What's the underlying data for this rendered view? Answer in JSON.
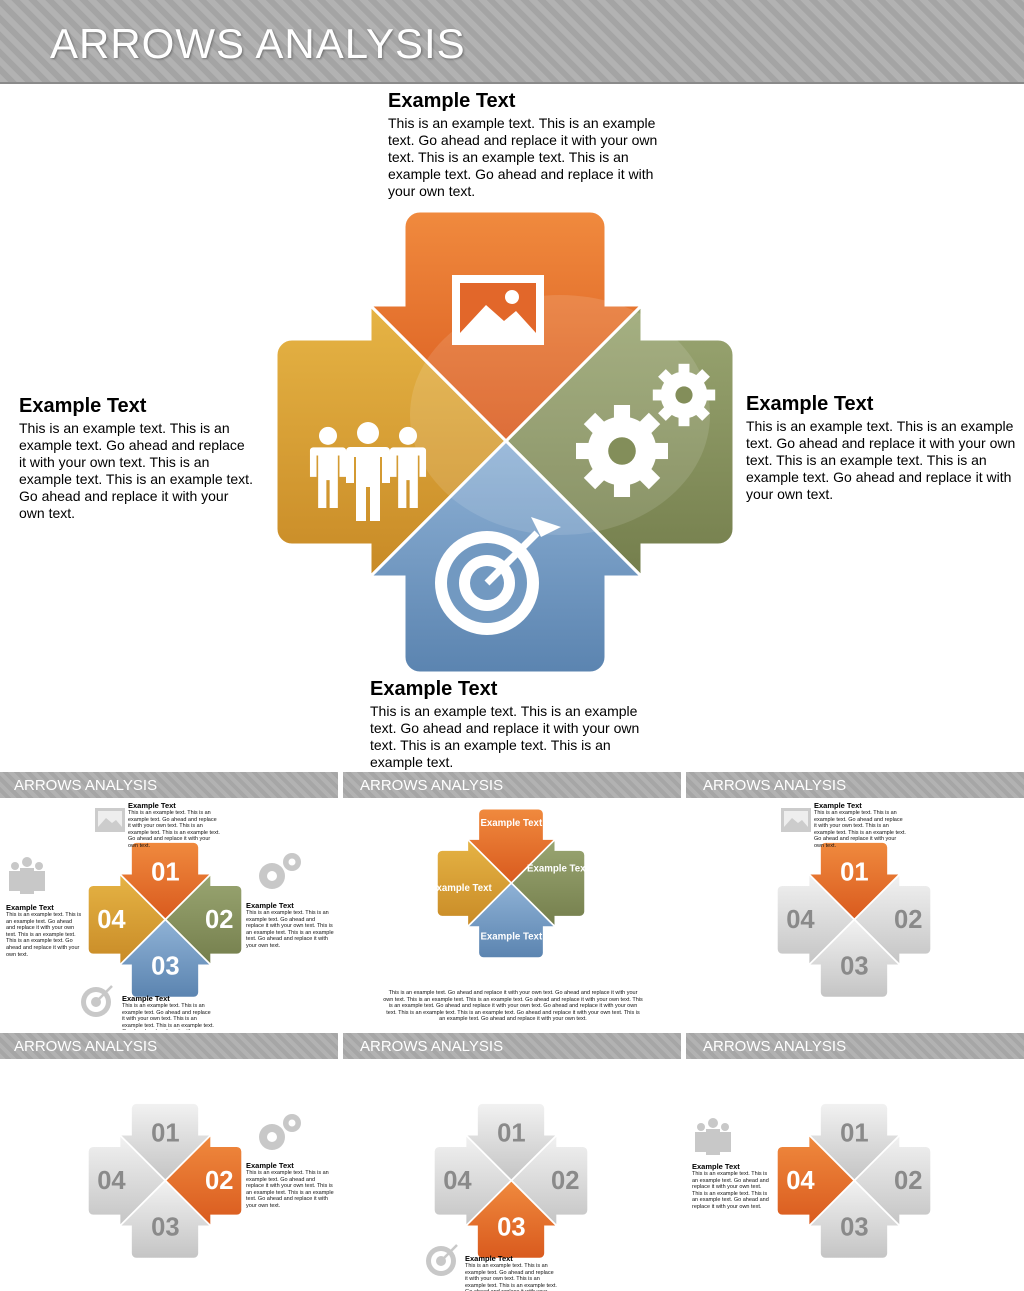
{
  "page": {
    "title": "ARROWS ANALYSIS"
  },
  "main": {
    "top": {
      "heading": "Example Text",
      "body": "This is an example text. This is an example text. Go ahead and replace it with your own text. This is an example text. This is an example text. Go ahead and replace it with your own text."
    },
    "left": {
      "heading": "Example Text",
      "body": "This is an example text. This is an example text. Go ahead and replace it with your own text. This is an example text. This is an example text. Go ahead and replace it with your own text."
    },
    "right": {
      "heading": "Example Text",
      "body": "This is an example text. This is an example text. Go ahead and replace it with your own text. This is an example text. This is an example text. Go ahead and replace it with your own text."
    },
    "bottom": {
      "heading": "Example Text",
      "body": "This is an example text. This is an example text. Go ahead and replace it with your own text. This is an example text. This is an example text."
    },
    "icons": [
      "picture-icon",
      "people-icon",
      "gears-icon",
      "target-icon"
    ]
  },
  "thumbs": {
    "title": "ARROWS ANALYSIS",
    "numbers": [
      "01",
      "02",
      "03",
      "04"
    ],
    "small_heading": "Example Text",
    "small_body": "This is an example text. This is an example text. Go ahead and replace it with your own text. This is an example text. This is an example text. Go ahead and replace it with your own text.",
    "quad_label": "Example Text",
    "wide_body": "This is an example text. Go ahead and replace it with your own text. Go ahead and replace it with your own text. This is an example text. This is an example text. Go ahead and replace it with your own text. This is an example text. Go ahead and replace it with your own text. Go ahead and replace it with your own text. This is an example text. This is an example text. Go ahead and replace it with your own text. This is an example text. Go ahead and replace it with your own text."
  },
  "colors": {
    "orange": "#e96f2c",
    "yellow": "#d9a032",
    "green": "#8a9660",
    "blue": "#6f98c2",
    "gray": "#cfcfcf",
    "banner": "#a9a9a9"
  }
}
